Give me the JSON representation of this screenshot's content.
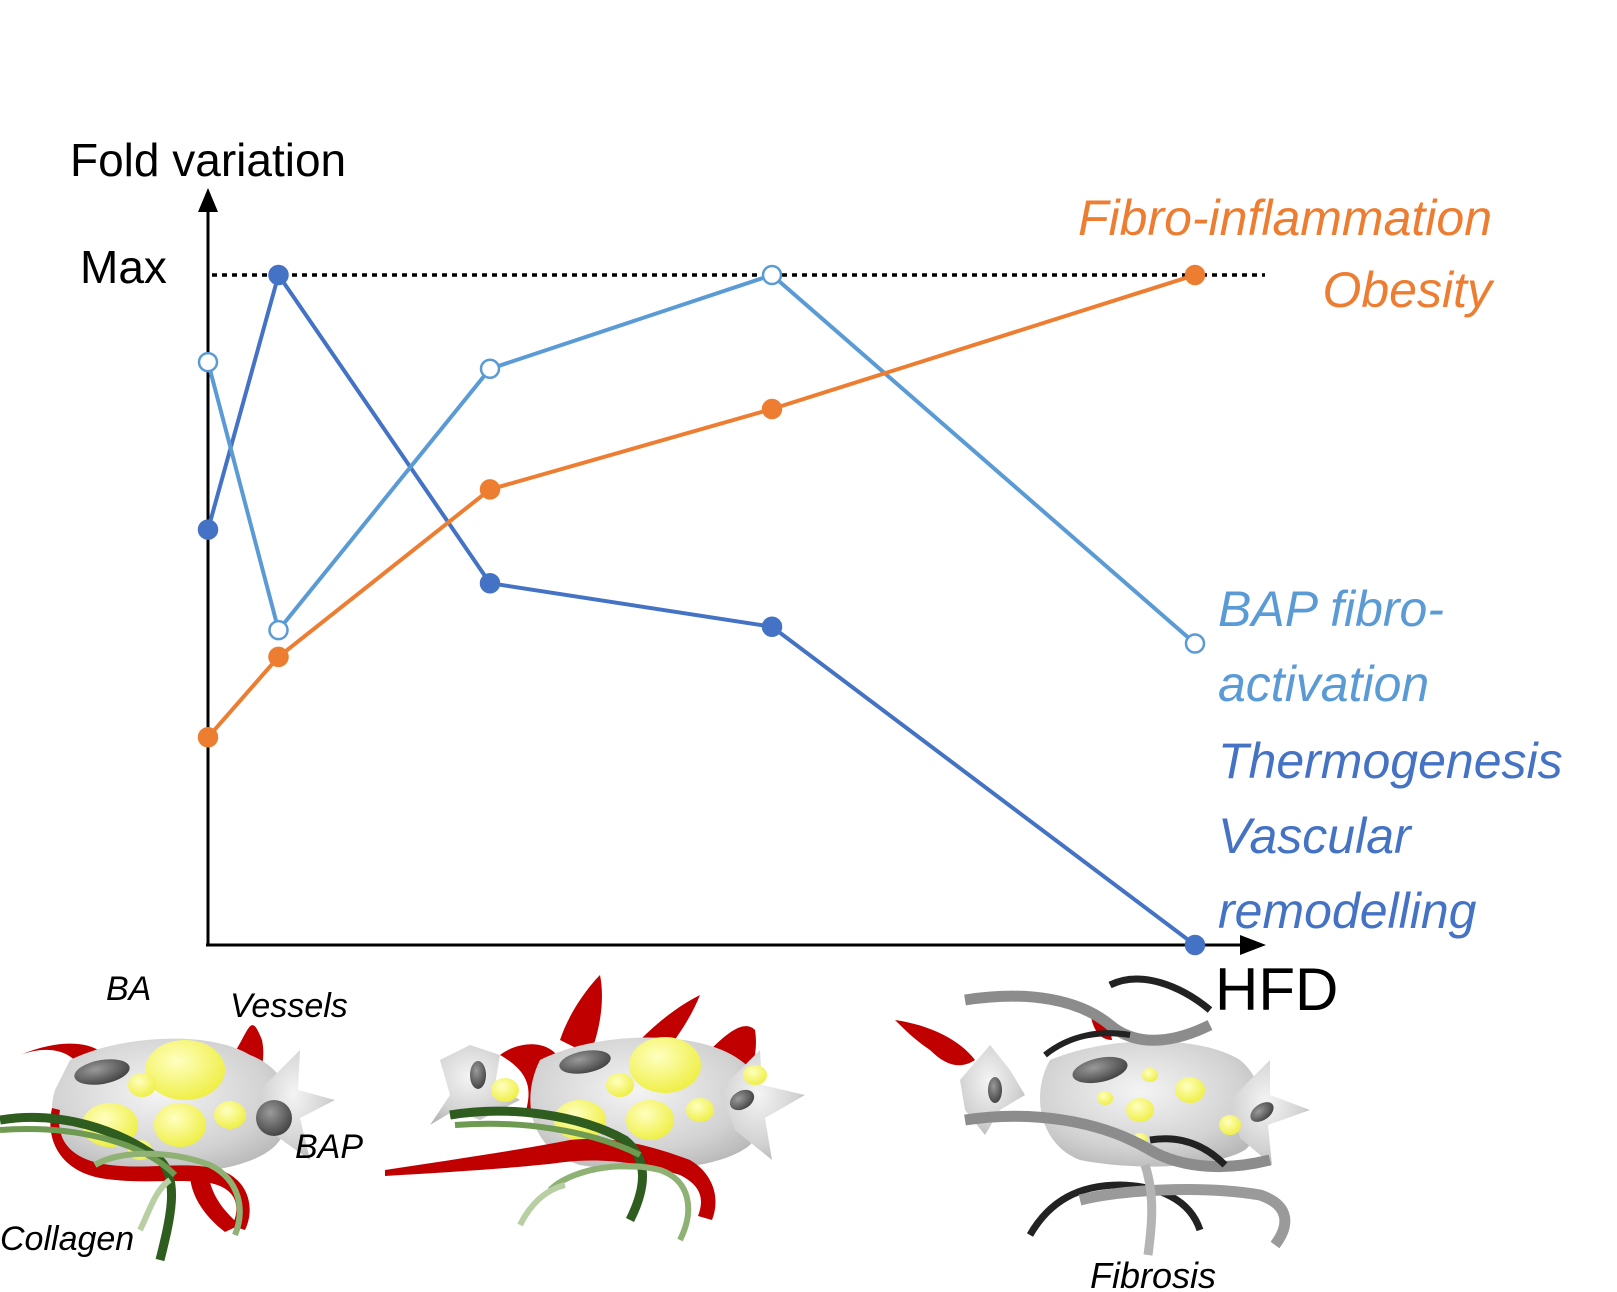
{
  "chart_data": {
    "type": "line",
    "title": "",
    "xlabel": "HFD",
    "ylabel": "Fold variation",
    "y_ref_label": "Max",
    "ylim": [
      0,
      100
    ],
    "xlim": [
      0,
      14
    ],
    "reference_line": {
      "y": 100,
      "style": "dotted"
    },
    "series": [
      {
        "name": "Thermogenesis Vascular remodelling",
        "color": "#4472c4",
        "marker": "filled",
        "x": [
          0,
          1,
          4,
          8,
          14
        ],
        "y": [
          62,
          100,
          54,
          47.5,
          0
        ]
      },
      {
        "name": "BAP fibro-activation",
        "color": "#5b9bd5",
        "marker": "open",
        "x": [
          0,
          1,
          4,
          8,
          14
        ],
        "y": [
          87,
          47,
          86,
          100,
          45
        ]
      },
      {
        "name": "Fibro-inflammation Obesity",
        "color": "#ed7d31",
        "marker": "filled",
        "x": [
          0,
          1,
          4,
          8,
          14
        ],
        "y": [
          31,
          43,
          68,
          80,
          100
        ]
      }
    ],
    "annotations": {
      "orange_line1": "Fibro-inflammation",
      "orange_line2": "Obesity",
      "light_line1": "BAP fibro-",
      "light_line2": "activation",
      "dark_line1": "Thermogenesis",
      "dark_line2": "Vascular",
      "dark_line3": "remodelling"
    },
    "illustration_labels": {
      "ba": "BA",
      "vessels": "Vessels",
      "bap": "BAP",
      "collagen": "Collagen",
      "fibrosis": "Fibrosis"
    },
    "grid": false,
    "legend": "none"
  },
  "colors": {
    "orange": "#ed7d31",
    "light_blue": "#5b9bd5",
    "dark_blue": "#4472c4",
    "vessel_red": "#c00000",
    "collagen_green": "#3a6b2a",
    "fat_yellow": "#f5f56a",
    "cell_gray": "#cfcfcf"
  }
}
